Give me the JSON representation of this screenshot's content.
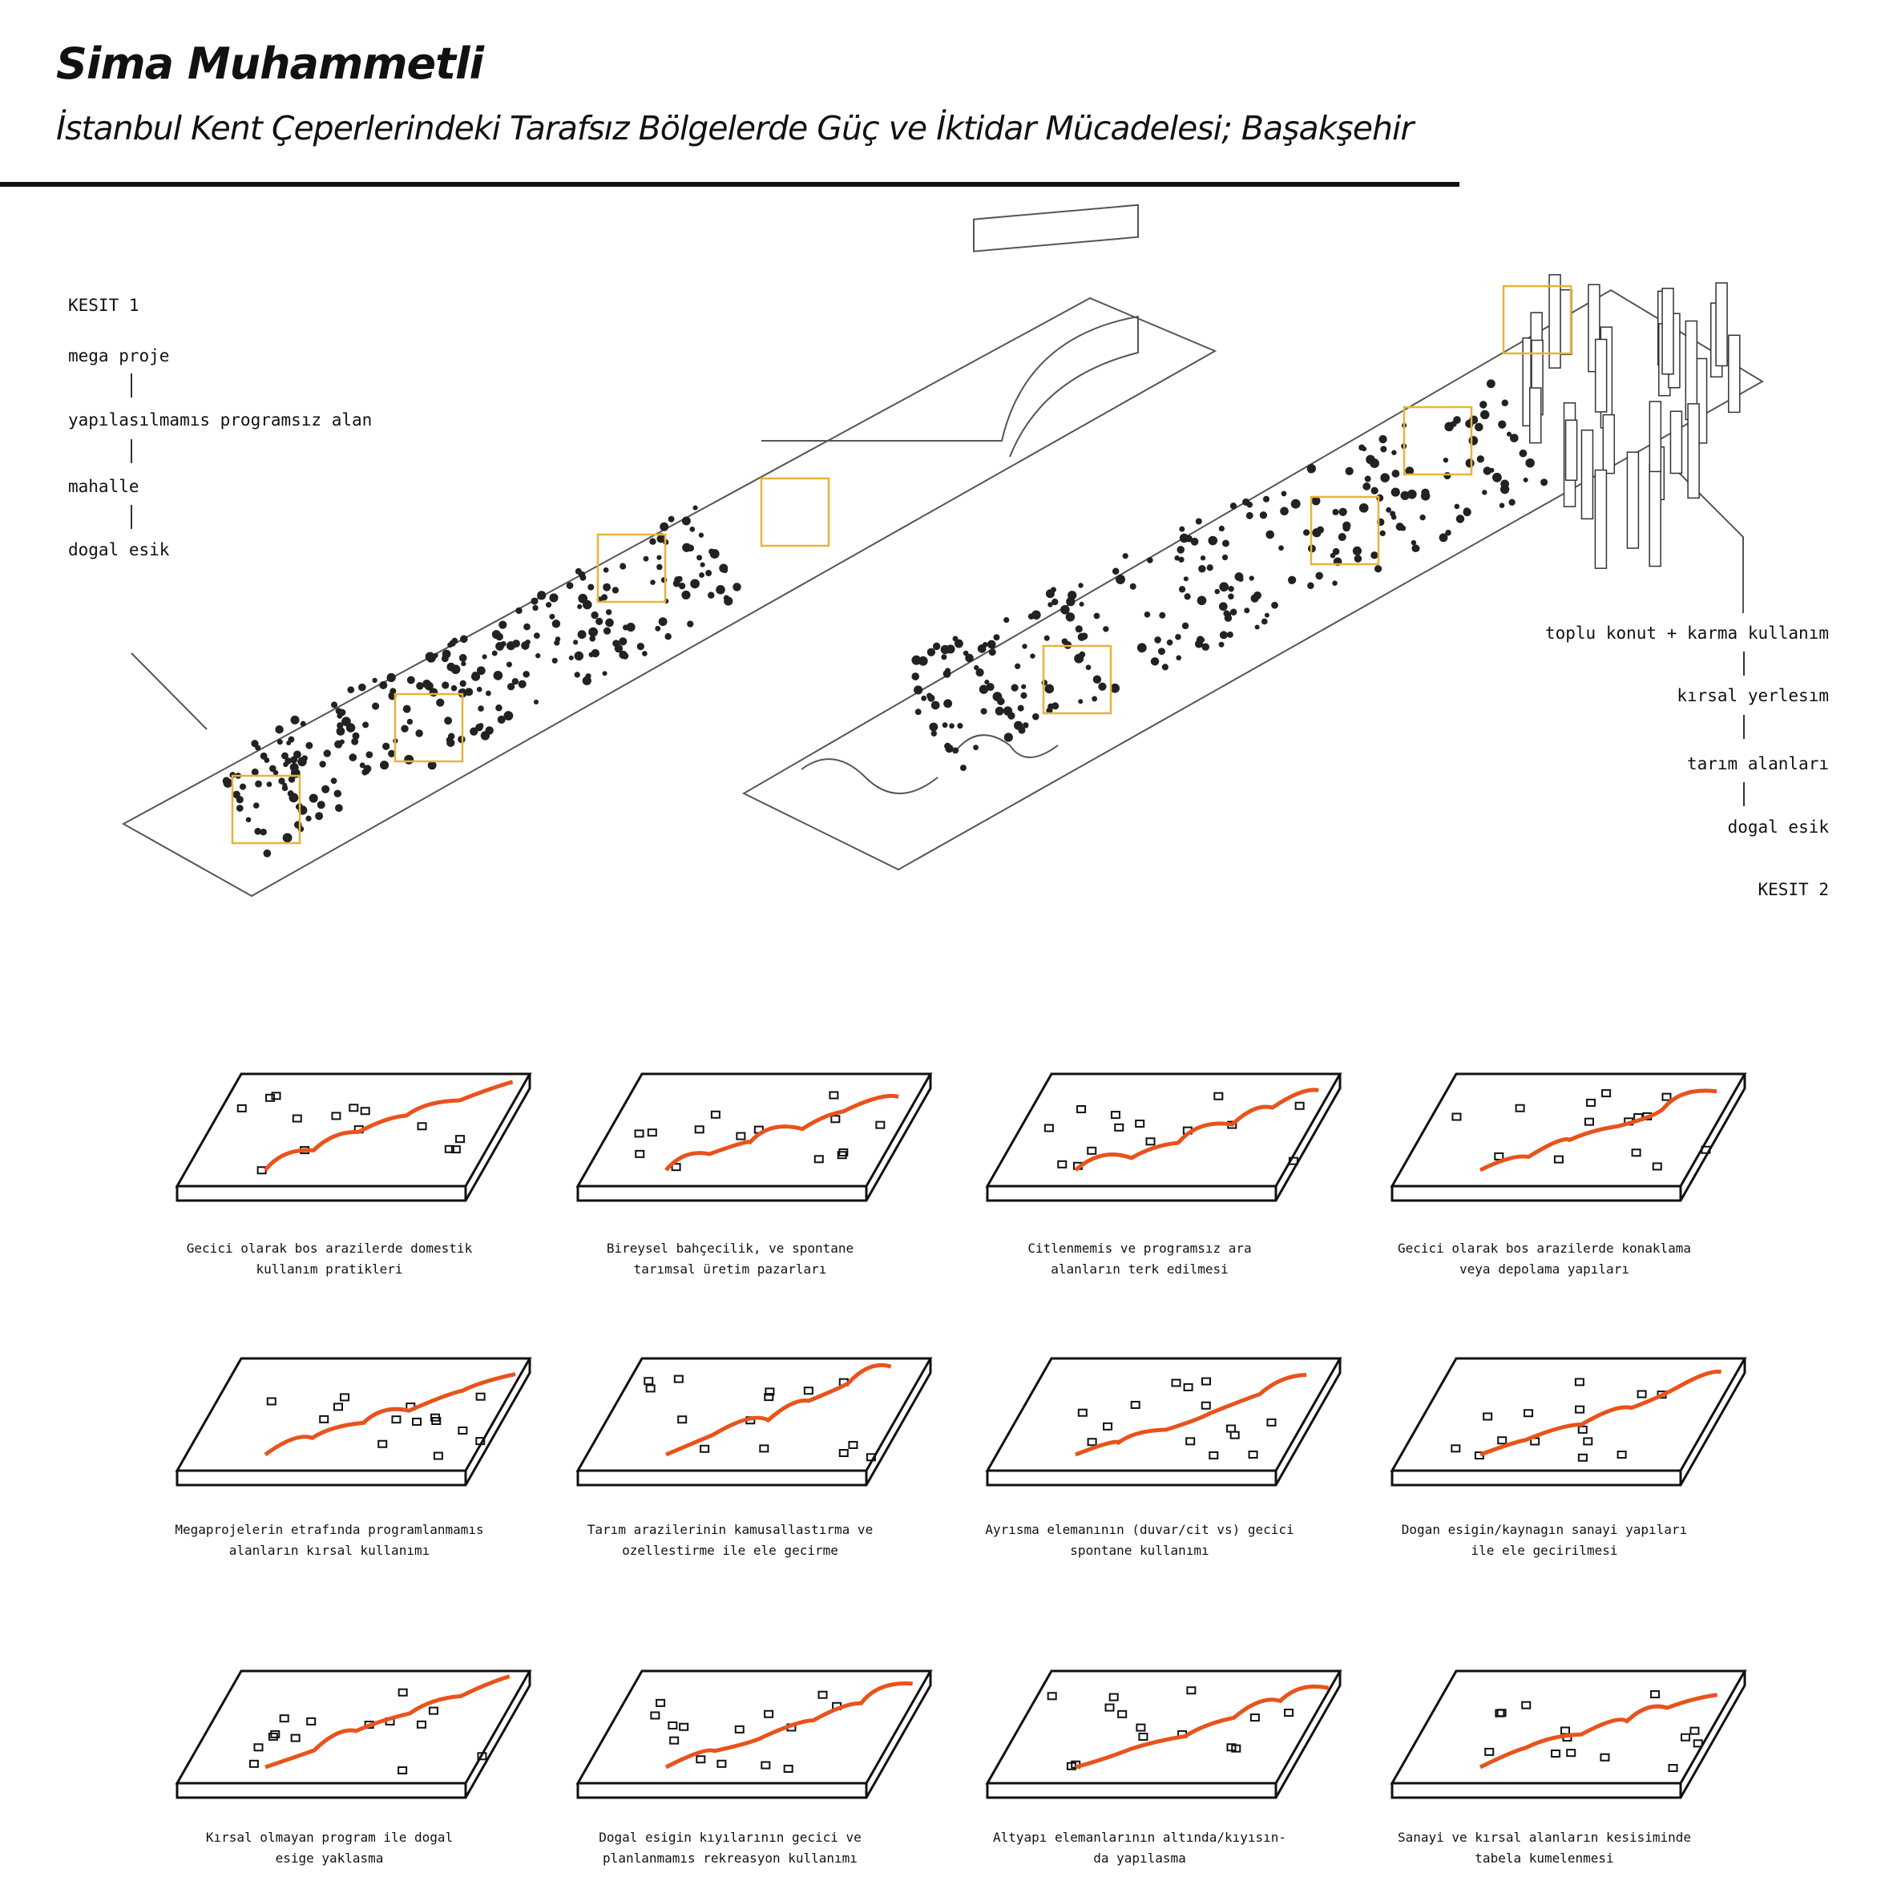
{
  "header": {
    "author": "Sima Muhammetli",
    "title": "İstanbul Kent Çeperlerindeki Tarafsız Bölgelerde Güç ve İktidar Mücadelesi; Başakşehir"
  },
  "kesit1": {
    "label": "KESIT 1",
    "layers": [
      "mega proje",
      "yapılasılmamıs programsız alan",
      "mahalle",
      "dogal esik"
    ]
  },
  "kesit2": {
    "label": "KESIT 2",
    "layers": [
      "toplu konut + karma kullanım",
      "kırsal yerlesım",
      "tarım alanları",
      "dogal esik"
    ]
  },
  "colors": {
    "accent": "#e8531c",
    "highlight": "#e8b33a",
    "line": "#111111"
  },
  "sketches": [
    {
      "line1": "Gecici olarak bos arazilerde domestik",
      "line2": "kullanım pratikleri"
    },
    {
      "line1": "Bireysel bahçecilik, ve spontane",
      "line2": "tarımsal üretim pazarları"
    },
    {
      "line1": "Citlenmemis ve programsız ara",
      "line2": "alanların terk edilmesi"
    },
    {
      "line1": "Gecici olarak bos arazilerde konaklama",
      "line2": "veya depolama yapıları"
    },
    {
      "line1": "Megaprojelerin etrafında programlanmamıs",
      "line2": "alanların kırsal kullanımı"
    },
    {
      "line1": "Tarım arazilerinin kamusallastırma ve",
      "line2": "ozellestirme ile ele gecirme"
    },
    {
      "line1": "Ayrısma elemanının (duvar/cit vs) gecici",
      "line2": "spontane kullanımı"
    },
    {
      "line1": "Dogan esigin/kaynagın sanayi yapıları",
      "line2": "ile ele gecirilmesi"
    },
    {
      "line1": "Kırsal olmayan program ile dogal",
      "line2": "esige yaklasma"
    },
    {
      "line1": "Dogal esigin kıyılarının gecici ve",
      "line2": "planlanmamıs rekreasyon kullanımı"
    },
    {
      "line1": "Altyapı elemanlarının altında/kıyısın-",
      "line2": "da yapılasma"
    },
    {
      "line1": "Sanayi ve kırsal alanların kesisiminde",
      "line2": "tabela kumelenmesi"
    }
  ]
}
